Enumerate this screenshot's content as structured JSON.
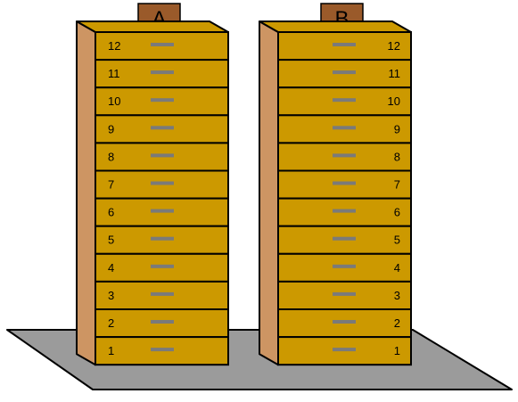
{
  "colors": {
    "floor": "#9b9b9b",
    "cabinet_side": "#cd9563",
    "drawer": "#cc9900",
    "handle": "#7a7a7a",
    "label_tag": "#9a5a2a",
    "outline": "#000000"
  },
  "cabinets": [
    {
      "id": "a",
      "label": "A",
      "drawers": [
        "12",
        "11",
        "10",
        "9",
        "8",
        "7",
        "6",
        "5",
        "4",
        "3",
        "2",
        "1"
      ]
    },
    {
      "id": "b",
      "label": "B",
      "drawers": [
        "12",
        "11",
        "10",
        "9",
        "8",
        "7",
        "6",
        "5",
        "4",
        "3",
        "2",
        "1"
      ]
    }
  ]
}
